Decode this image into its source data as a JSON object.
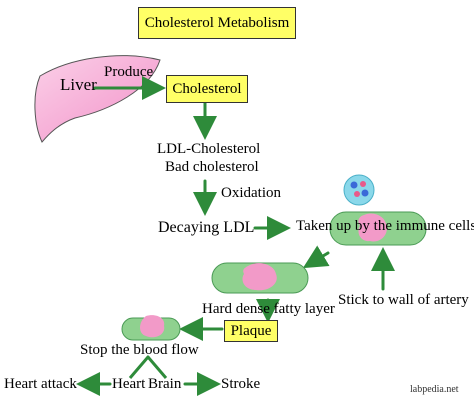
{
  "diagram": {
    "title": "Cholesterol Metabolism",
    "liver": "Liver",
    "produce": "Produce",
    "cholesterol": "Cholesterol",
    "ldl_line1": "LDL-Cholesterol",
    "ldl_line2": "Bad cholesterol",
    "oxidation": "Oxidation",
    "decaying_ldl": "Decaying LDL",
    "taken_up": "Taken up by the immune cells",
    "stick_to_wall": "Stick to wall of artery",
    "hard_dense": "Hard dense fatty layer",
    "plaque": "Plaque",
    "stop_blood_flow": "Stop the blood flow",
    "heart_attack": "Heart attack",
    "heart": "Heart",
    "brain": "Brain",
    "stroke": "Stroke",
    "watermark": "labpedia.net"
  },
  "colors": {
    "highlight_box": "#ffff66",
    "arrow_green": "#2e8b3a",
    "vessel_green": "#8fd18f",
    "plaque_pink": "#f29ac8",
    "liver_pink": "#f7a6d4",
    "cell_cyan": "#8ad8ea"
  }
}
